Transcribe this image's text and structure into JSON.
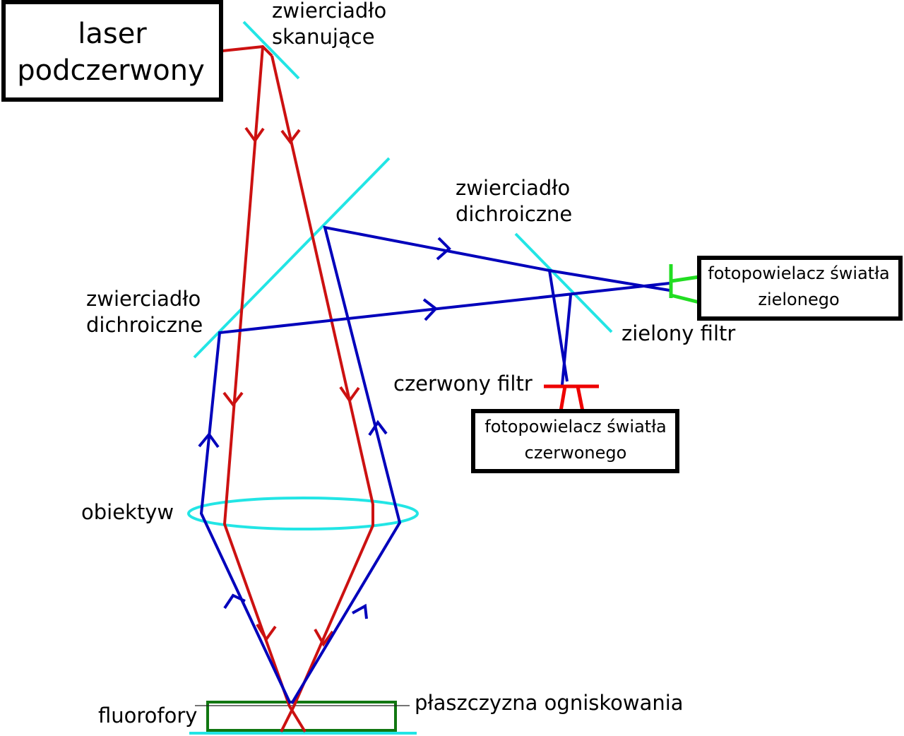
{
  "colors": {
    "laser_red": "#cc1111",
    "emission_blue": "#0000bb",
    "optic_cyan": "#22e5e5",
    "filter_red": "#ee0000",
    "filter_green": "#22dd22",
    "sample_green": "#117711",
    "box_border": "#000000"
  },
  "labels": {
    "laser": [
      "laser",
      "podczerwony"
    ],
    "scan_mirror": [
      "zwierciadło",
      "skanujące"
    ],
    "dichroic_main": [
      "zwierciadło",
      "dichroiczne"
    ],
    "dichroic_secondary": [
      "zwierciadło",
      "dichroiczne"
    ],
    "pmt_green": [
      "fotopowielacz światła",
      "zielonego"
    ],
    "green_filter": "zielony filtr",
    "red_filter": "czerwony filtr",
    "pmt_red": [
      "fotopowielacz światła",
      "czerwonego"
    ],
    "objective": "obiektyw",
    "focal_plane": "płaszczyzna ogniskowania",
    "fluorophores": "fluorofory"
  }
}
